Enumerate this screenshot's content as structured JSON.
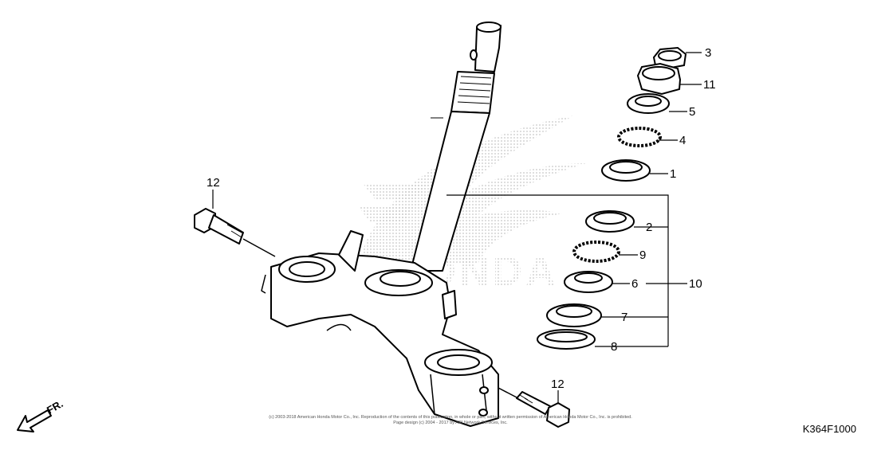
{
  "diagram": {
    "diagram_code": "K364F1000",
    "front_marker": "FR.",
    "copyright_line_1": "(c) 2003-2018 American Honda Motor Co., Inc. Reproduction of the contents of this publication, in whole or part, without written permission of American Honda Motor Co., Inc. is prohibited.",
    "copyright_line_2": "Page design (c) 2004 - 2017 by ARI Network Services, Inc.",
    "watermark_brand": "HONDA",
    "callouts": [
      "1",
      "2",
      "3",
      "4",
      "5",
      "6",
      "7",
      "8",
      "9",
      "10",
      "11",
      "12",
      "12"
    ]
  },
  "colors": {
    "ink": "#000000",
    "watermark": "#cfcfcf"
  }
}
